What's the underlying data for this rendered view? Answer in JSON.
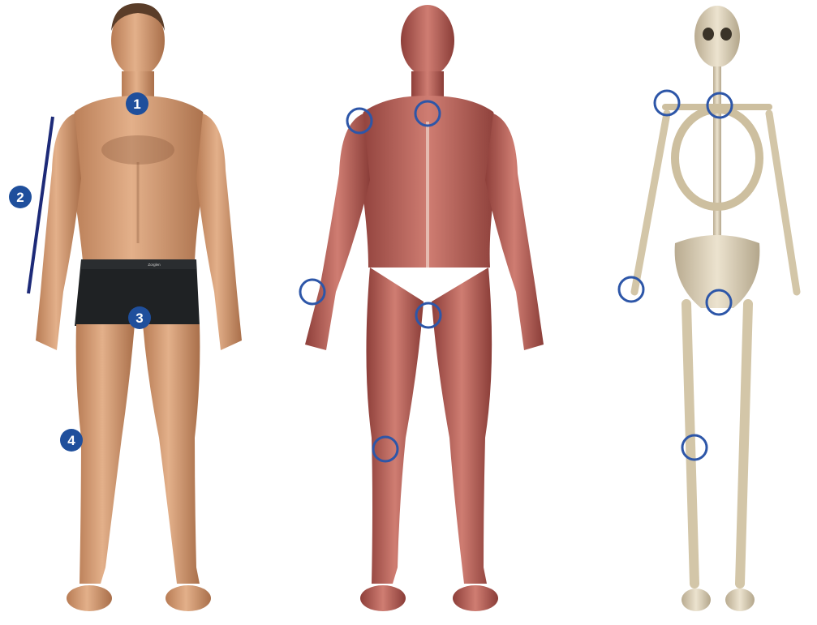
{
  "colors": {
    "marker": "#2d56a8",
    "badge": "#1f4f9c",
    "line": "#1d2a78",
    "skin": "#d9a37c",
    "muscle": "#b8615a",
    "bone": "#d8ccb4"
  },
  "panels": [
    {
      "name": "skin-figure",
      "badges": [
        {
          "id": "1",
          "label": "1"
        },
        {
          "id": "2",
          "label": "2"
        },
        {
          "id": "3",
          "label": "3"
        },
        {
          "id": "4",
          "label": "4"
        }
      ],
      "waistband_label": "Zorglen"
    },
    {
      "name": "muscle-figure",
      "markers": [
        "shoulder",
        "sternal-notch",
        "wrist",
        "pubis",
        "knee"
      ]
    },
    {
      "name": "skeleton-figure",
      "markers": [
        "shoulder",
        "sternal-notch",
        "wrist",
        "pubis",
        "knee"
      ]
    }
  ]
}
